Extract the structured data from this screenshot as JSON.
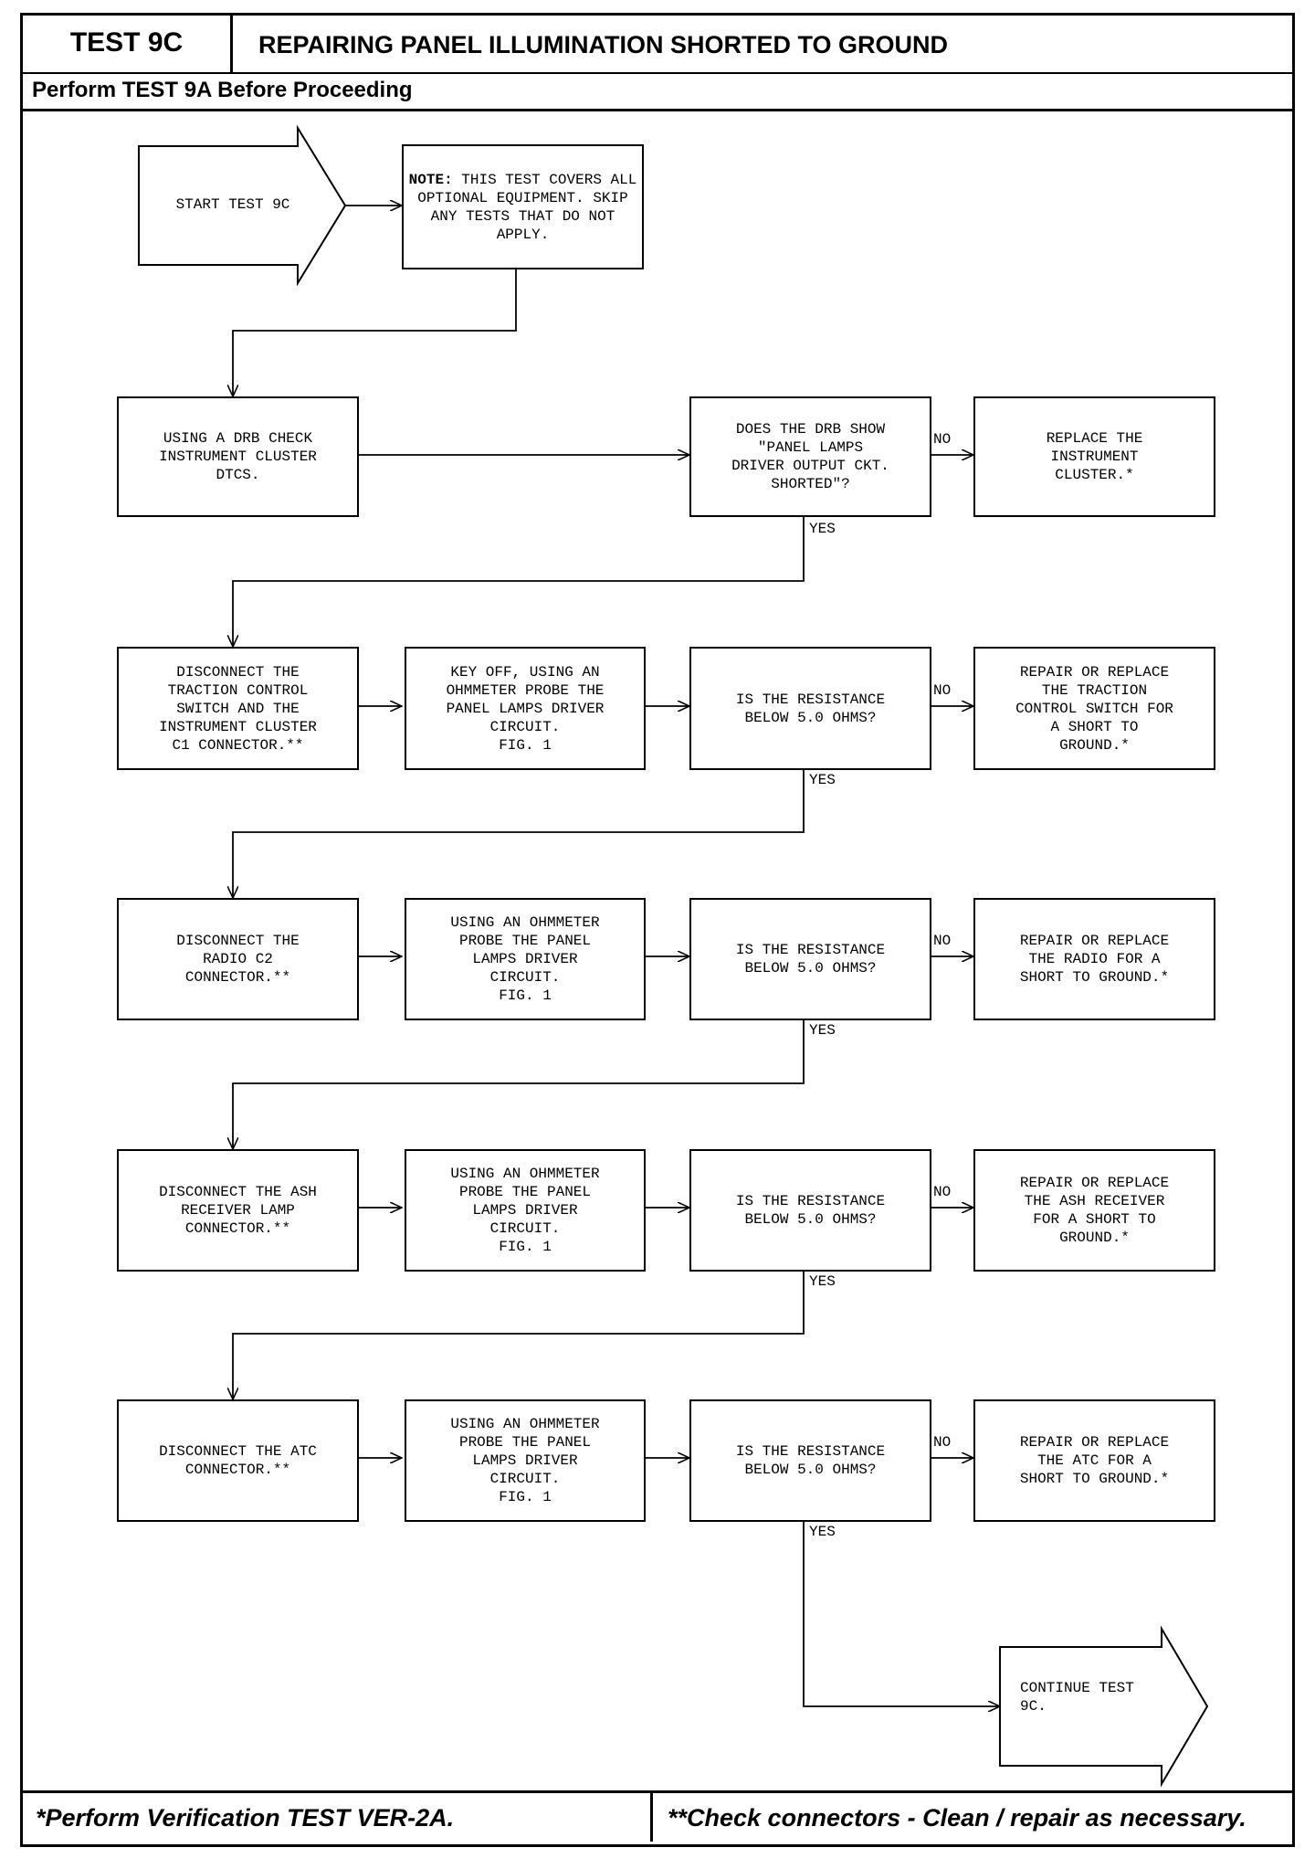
{
  "header": {
    "test_id": "TEST 9C",
    "title": "REPAIRING PANEL ILLUMINATION SHORTED TO GROUND",
    "prerequisite": "Perform TEST 9A Before Proceeding"
  },
  "footer": {
    "note_single_star": "*Perform Verification TEST VER-2A.",
    "note_double_star": "**Check connectors - Clean / repair as necessary."
  },
  "flow": {
    "start": "START TEST 9C",
    "note_label": "NOTE:",
    "note_text": " THIS TEST COVERS ALL OPTIONAL EQUIPMENT. SKIP ANY TESTS THAT DO NOT APPLY.",
    "step1": "USING A DRB CHECK\nINSTRUMENT CLUSTER\nDTCS.",
    "q1": "DOES THE DRB SHOW\n\"PANEL LAMPS\nDRIVER OUTPUT CKT.\nSHORTED\"?",
    "r1": "REPLACE THE\nINSTRUMENT\nCLUSTER.*",
    "step2": "DISCONNECT THE\nTRACTION CONTROL\nSWITCH AND THE\nINSTRUMENT CLUSTER\nC1 CONNECTOR.**",
    "probe2": "KEY OFF, USING AN\nOHMMETER PROBE THE\nPANEL LAMPS DRIVER\nCIRCUIT.\nFIG. 1",
    "q2": "IS THE RESISTANCE\nBELOW 5.0 OHMS?",
    "r2": "REPAIR OR REPLACE\nTHE TRACTION\nCONTROL SWITCH FOR\nA SHORT TO\nGROUND.*",
    "step3": "DISCONNECT THE\nRADIO C2\nCONNECTOR.**",
    "probe3": "USING AN OHMMETER\nPROBE THE PANEL\nLAMPS DRIVER\nCIRCUIT.\nFIG. 1",
    "q3": "IS THE RESISTANCE\nBELOW 5.0 OHMS?",
    "r3": "REPAIR OR REPLACE\nTHE RADIO FOR A\nSHORT TO GROUND.*",
    "step4": "DISCONNECT THE ASH\nRECEIVER LAMP\nCONNECTOR.**",
    "probe4": "USING AN OHMMETER\nPROBE THE PANEL\nLAMPS DRIVER\nCIRCUIT.\nFIG. 1",
    "q4": "IS THE RESISTANCE\nBELOW 5.0 OHMS?",
    "r4": "REPAIR OR REPLACE\nTHE ASH RECEIVER\nFOR A SHORT TO\nGROUND.*",
    "step5": "DISCONNECT THE ATC\nCONNECTOR.**",
    "probe5": "USING AN OHMMETER\nPROBE THE PANEL\nLAMPS DRIVER\nCIRCUIT.\nFIG. 1",
    "q5": "IS THE RESISTANCE\nBELOW 5.0 OHMS?",
    "r5": "REPAIR OR REPLACE\nTHE ATC FOR A\nSHORT TO GROUND.*",
    "continue": "CONTINUE TEST\n9C.",
    "label_no": "NO",
    "label_yes": "YES"
  }
}
